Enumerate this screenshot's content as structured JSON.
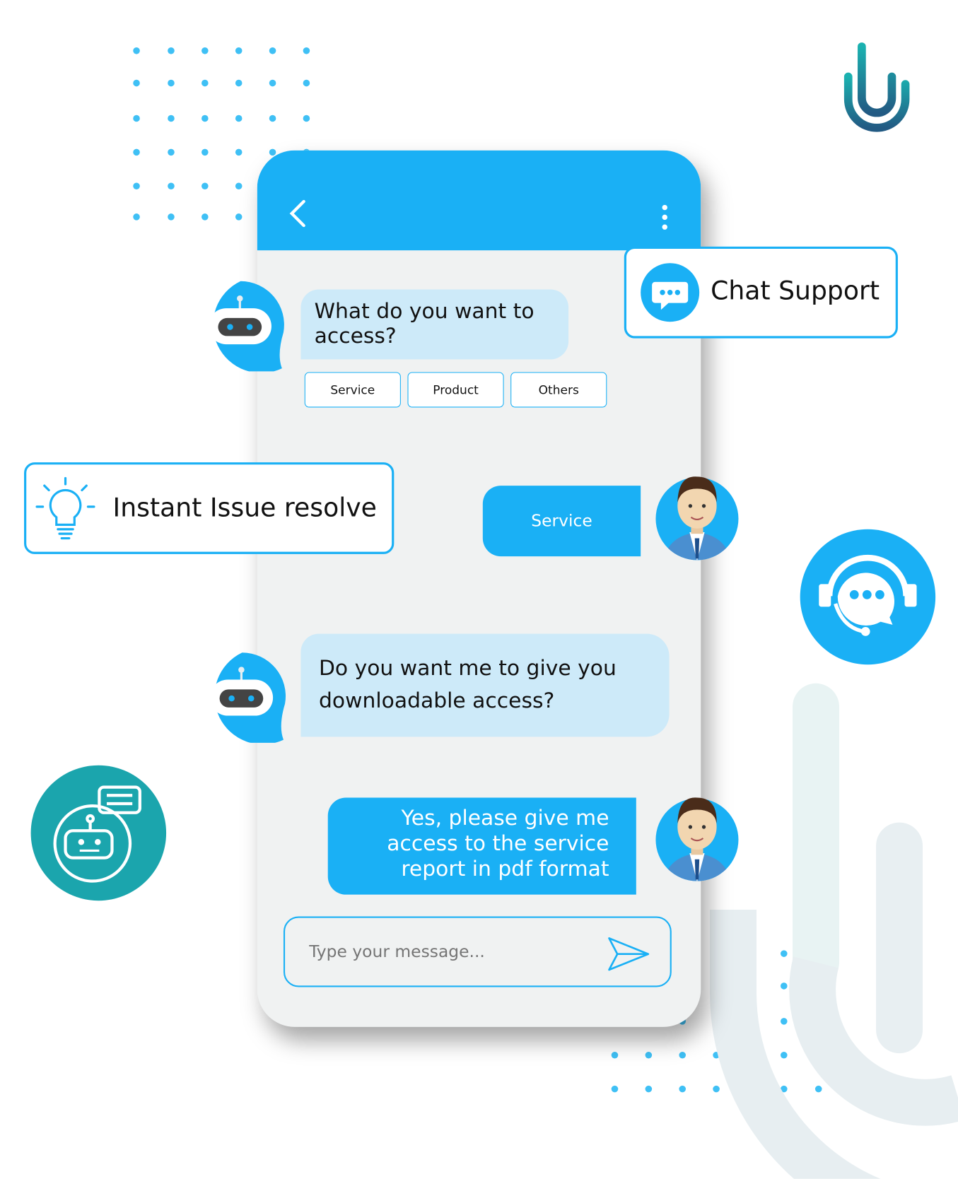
{
  "header": {
    "back_icon": "chevron-left-icon",
    "menu_icon": "vertical-dots-icon"
  },
  "messages": [
    {
      "from": "bot",
      "text": "What do you want to access?"
    },
    {
      "from": "user",
      "text": "Service"
    },
    {
      "from": "bot",
      "text": "Do you want me to give you downloadable access?"
    },
    {
      "from": "user",
      "text": "Yes, please give me access to the service report in pdf format"
    }
  ],
  "quick_replies": [
    "Service",
    "Product",
    "Others"
  ],
  "composer": {
    "placeholder": "Type your message...",
    "send_icon": "send-icon"
  },
  "badges": {
    "chat_support": "Chat Support",
    "instant_issue": "Instant Issue resolve"
  },
  "colors": {
    "primary": "#1ab0f5",
    "bubble_bot": "#cdeaf9",
    "teal": "#1ba5ad",
    "phone_bg": "#f0f2f2"
  }
}
